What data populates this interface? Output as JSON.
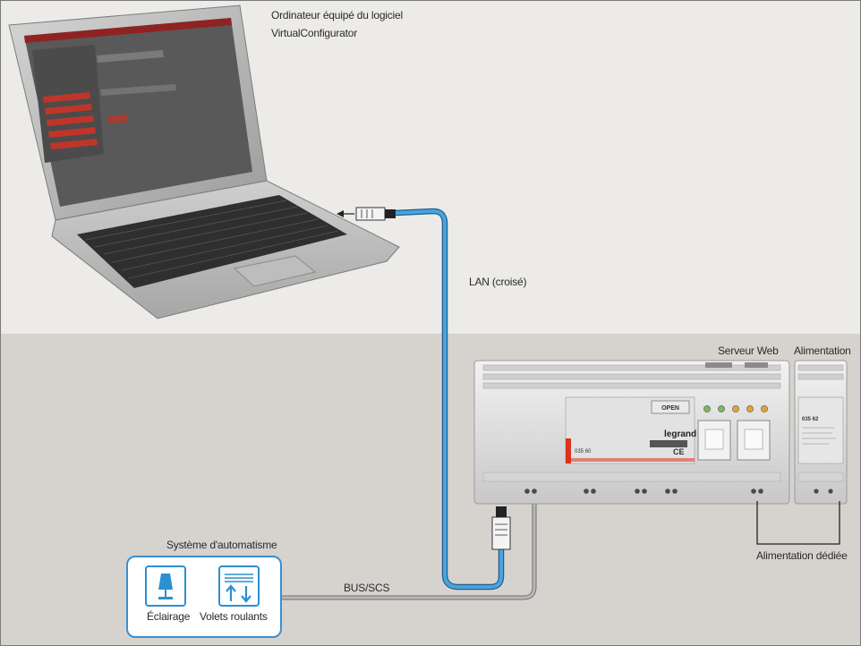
{
  "labels": {
    "computer_line1": "Ordinateur équipé du logiciel",
    "computer_line2": "VirtualConfigurator",
    "lan": "LAN (croisé)",
    "web_server": "Serveur Web",
    "power_supply": "Alimentation",
    "dedicated_power": "Alimentation dédiée",
    "automation_system": "Système d'automatisme",
    "bus": "BUS/SCS"
  },
  "icons": {
    "lighting_label": "Éclairage",
    "shutters_label": "Volets roulants"
  },
  "device": {
    "brand": "legrand",
    "logo": "OPEN",
    "model": "035 60",
    "psu_model": "035 62",
    "ce_mark": "CE"
  },
  "colors": {
    "upper_bg": "#ecebe8",
    "lower_bg": "#d6d3cf",
    "lan_cable": "#4aa3dc",
    "bus_cable": "#9a9a9a",
    "legrand_red": "#d8341f",
    "icon_blue": "#2b8fd0"
  }
}
